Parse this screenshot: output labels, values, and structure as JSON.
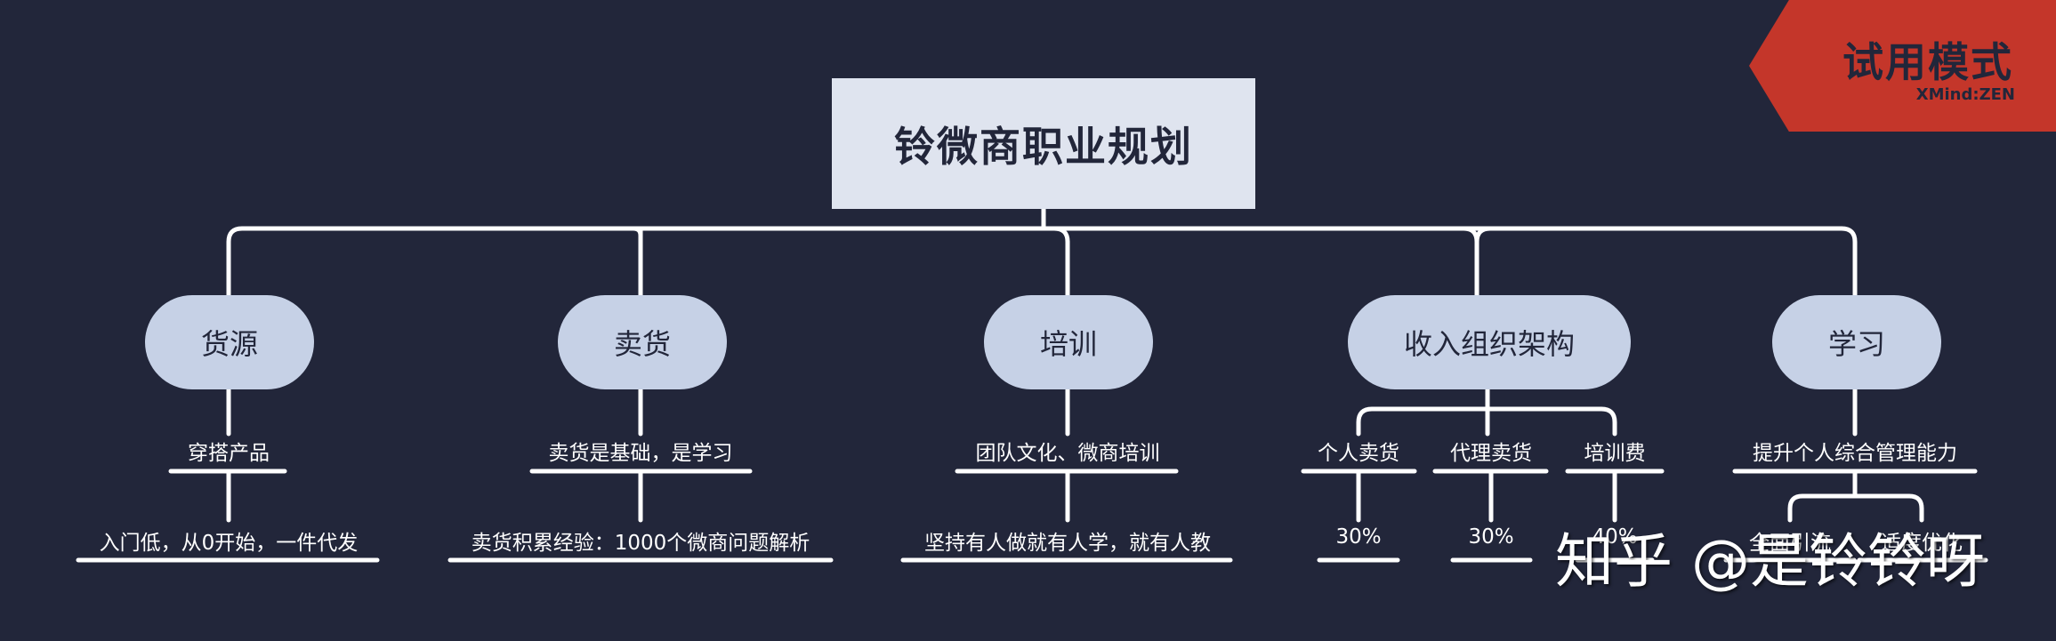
{
  "root": {
    "label": "铃微商职业规划"
  },
  "branches": [
    {
      "label": "货源",
      "subs": [
        {
          "label": "穿搭产品"
        },
        {
          "label": "入门低，从0开始，一件代发"
        }
      ]
    },
    {
      "label": "卖货",
      "subs": [
        {
          "label": "卖货是基础，是学习"
        },
        {
          "label": "卖货积累经验：1000个微商问题解析"
        }
      ]
    },
    {
      "label": "培训",
      "subs": [
        {
          "label": "团队文化、微商培训"
        },
        {
          "label": "坚持有人做就有人学，就有人教"
        }
      ]
    },
    {
      "label": "收入组织架构",
      "subs": [
        {
          "label": "个人卖货",
          "value": "30%"
        },
        {
          "label": "代理卖货",
          "value": "30%"
        },
        {
          "label": "培训费",
          "value": "40%"
        }
      ]
    },
    {
      "label": "学习",
      "subs": [
        {
          "label": "提升个人综合管理能力"
        },
        {
          "label": "全面引流"
        },
        {
          "label": "适度优化"
        }
      ]
    }
  ],
  "trial_badge": {
    "title": "试用模式",
    "brand": "XMind:ZEN"
  },
  "watermark": "知乎 @是铃铃呀",
  "colors": {
    "background": "#22263a",
    "root_fill": "#dfe4ef",
    "branch_fill": "#c6d1e6",
    "line": "#ffffff",
    "badge": "#c4362a"
  }
}
